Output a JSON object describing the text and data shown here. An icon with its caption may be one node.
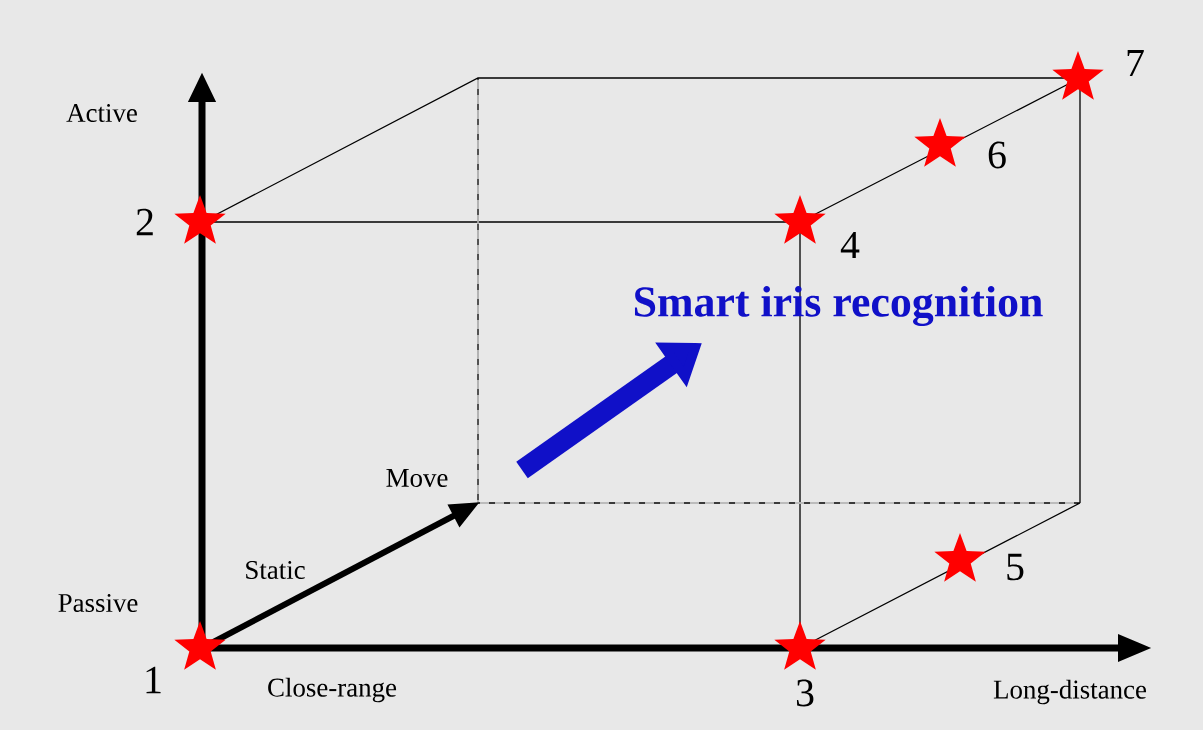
{
  "diagram": {
    "nodes": [
      {
        "text": [],
        "shape": "star",
        "beside": [
          "1"
        ]
      },
      {
        "text": [],
        "shape": "star",
        "beside": [
          "2"
        ]
      },
      {
        "text": [],
        "shape": "star",
        "beside": [
          "3"
        ]
      },
      {
        "text": [],
        "shape": "star",
        "beside": [
          "4"
        ]
      },
      {
        "text": [],
        "shape": "star",
        "beside": [
          "5"
        ]
      },
      {
        "text": [],
        "shape": "star",
        "beside": [
          "6"
        ]
      },
      {
        "text": [],
        "shape": "star",
        "beside": [
          "7"
        ]
      }
    ],
    "labels": [
      "Active",
      "Smart iris recognition",
      "Move",
      "Static",
      "Passive",
      "Close-range",
      "Long-distance"
    ]
  }
}
